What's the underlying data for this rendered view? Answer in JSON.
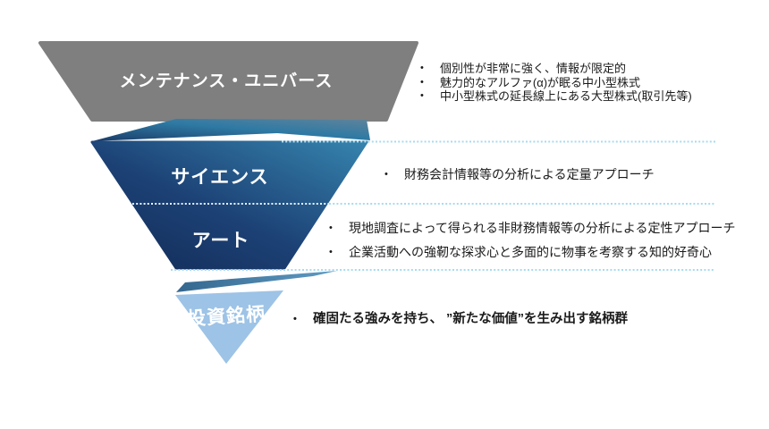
{
  "funnel": {
    "bullet_marker": "•",
    "levels": [
      {
        "label": "メンテナンス・ユニバース",
        "bullets": [
          "個別性が非常に強く、情報が限定的",
          "魅力的なアルファ(α)が眠る中小型株式",
          "中小型株式の延長線上にある大型株式(取引先等)"
        ]
      },
      {
        "label": "サイエンス",
        "bullets": [
          "財務会計情報等の分析による定量アプローチ"
        ]
      },
      {
        "label": "アート",
        "bullets": [
          "現地調査によって得られる非財務情報等の分析による定性アプローチ",
          "企業活動への強靭な探求心と多面的に物事を考察する知的好奇心"
        ]
      },
      {
        "label": "投資銘柄",
        "bullets": [
          "確固たる強みを持ち、 ”新たな価値”を生み出す銘柄群"
        ]
      }
    ],
    "colors": {
      "level1_fill": "#7F7F7F",
      "funnel_dark": "#14305F",
      "funnel_light": "#3684AE",
      "level4_fill": "#9DC3E6",
      "dotted_line": "#A7DBF0",
      "title_text": "#FFFFFF",
      "body_text": "#1A1A1A",
      "highlight_text": "#1F3864"
    }
  }
}
